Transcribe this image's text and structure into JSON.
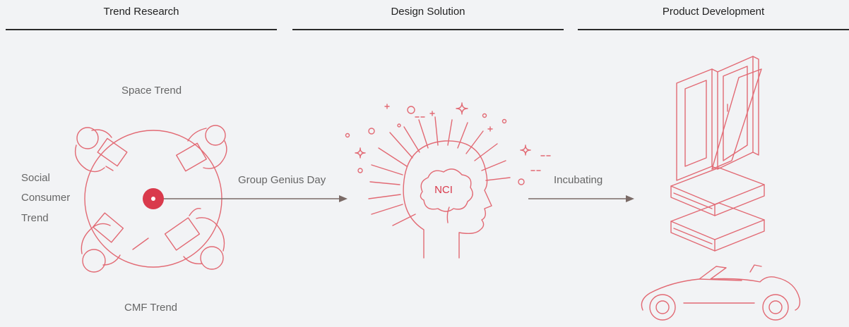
{
  "stages": [
    {
      "title": "Trend Research"
    },
    {
      "title": "Design Solution"
    },
    {
      "title": "Product Development"
    }
  ],
  "labels": {
    "space_trend": "Space Trend",
    "social_line1": "Social",
    "social_line2": "Consumer",
    "social_line3": "Trend",
    "cmf_trend": "CMF Trend",
    "group_genius": "Group Genius Day",
    "incubating": "Incubating",
    "nci": "NCI"
  },
  "colors": {
    "accent": "#d93a4c",
    "line": "#e26a74",
    "arrow": "#7a6a66",
    "background": "#f2f3f5"
  }
}
